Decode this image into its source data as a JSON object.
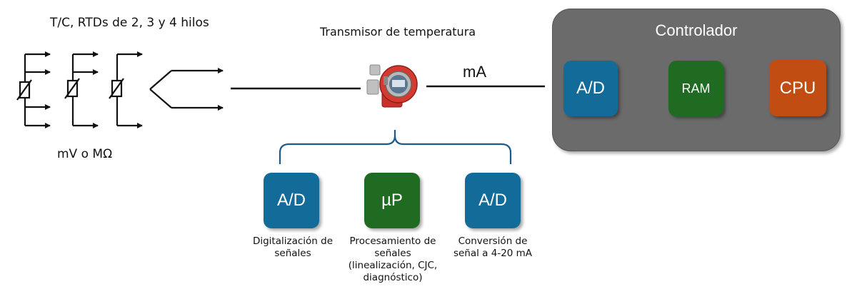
{
  "sensors": {
    "title": "T/C, RTDs de 2, 3 y 4 hilos",
    "signal": "mV o MΩ"
  },
  "transmitter": {
    "title": "Transmisor de temperatura",
    "output_label": "mA"
  },
  "controller": {
    "title": "Controlador",
    "blocks": [
      {
        "label": "A/D",
        "color": "#136b9a"
      },
      {
        "label": "RAM",
        "color": "#1f6b22"
      },
      {
        "label": "CPU",
        "color": "#c24d12"
      }
    ]
  },
  "transmitter_blocks": [
    {
      "label": "A/D",
      "color": "#136b9a",
      "caption": [
        "Digitalización de",
        "señales"
      ]
    },
    {
      "label": "µP",
      "color": "#1f6b22",
      "caption": [
        "Procesamiento de",
        "señales",
        "(linealización, CJC,",
        "diagnóstico)"
      ]
    },
    {
      "label": "A/D",
      "color": "#136b9a",
      "caption": [
        "Conversión de",
        "señal a 4-20 mA"
      ]
    }
  ],
  "icons": {
    "rtd": "rtd-sensor-icon",
    "thermocouple": "thermocouple-icon",
    "transmitter": "temperature-transmitter-icon"
  }
}
